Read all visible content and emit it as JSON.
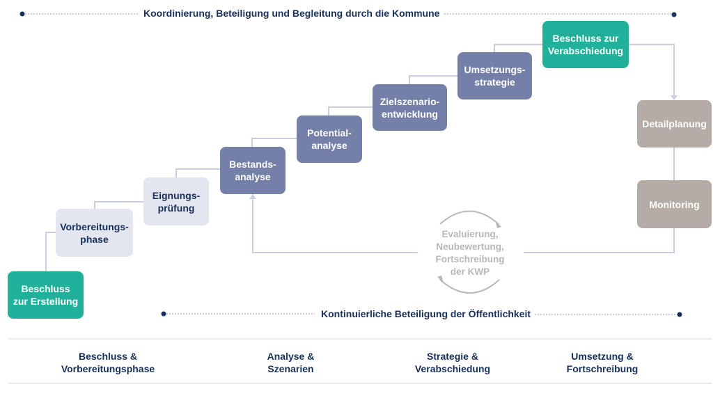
{
  "colors": {
    "green": "#20b19b",
    "light": "#e4e6ef",
    "mid": "#7580a8",
    "taupe": "#b5aca5",
    "navy": "#16305a",
    "connector": "#c9cde0",
    "cycle": "#b8b8b8"
  },
  "top_banner": "Koordinierung, Beteiligung und Begleitung durch die Kommune",
  "bottom_banner": "Kontinuierliche Beteiligung der Öffentlichkeit",
  "steps": {
    "beschluss_erstellung": "Beschluss\nzur Erstellung",
    "vorbereitungsphase": "Vorbereitungs-\nphase",
    "eignungspruefung": "Eignungs-\nprüfung",
    "bestandsanalyse": "Bestands-\nanalyse",
    "potentialanalyse": "Potential-\nanalyse",
    "zielszenario": "Zielszenario-\nentwicklung",
    "umsetzungsstrategie": "Umsetzungs-\nstrategie",
    "beschluss_verabschiedung": "Beschluss zur\nVerabschiedung",
    "detailplanung": "Detailplanung",
    "monitoring": "Monitoring"
  },
  "cycle": {
    "text": "Evaluierung,\nNeubewertung,\nFortschreibung\nder KWP"
  },
  "phases": [
    "Beschluss &\nVorbereitungsphase",
    "Analyse &\nSzenarien",
    "Strategie &\nVerabschiedung",
    "Umsetzung &\nFortschreibung"
  ]
}
